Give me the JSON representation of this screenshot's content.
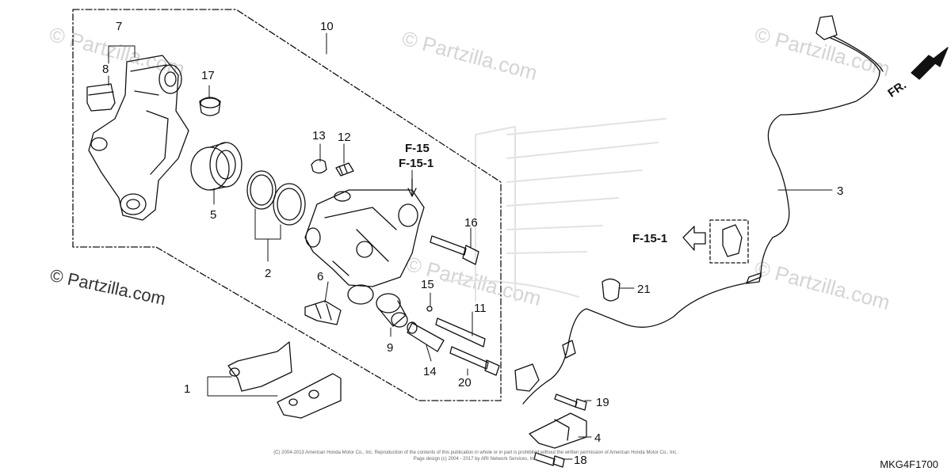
{
  "watermark": {
    "text": "© Partzilla.com"
  },
  "diagram_code": "MKG4F1700",
  "copyright": "(C) 2004-2013 American Honda Motor Co., Inc. Reproduction of the contents of this publication in whole or in part is prohibited without the written permission of American Honda Motor Co., Inc. Page design (c) 2004 - 2017 by ARI Network Services, Inc.",
  "references": {
    "f15": "F-15",
    "f151_a": "F-15-1",
    "f151_b": "F-15-1",
    "front": "FR."
  },
  "callouts": {
    "c1": "1",
    "c2": "2",
    "c3": "3",
    "c4": "4",
    "c5": "5",
    "c6": "6",
    "c7": "7",
    "c8": "8",
    "c9": "9",
    "c10": "10",
    "c11": "11",
    "c12": "12",
    "c13": "13",
    "c14": "14",
    "c15": "15",
    "c16": "16",
    "c17": "17",
    "c18": "18",
    "c19": "19",
    "c20": "20",
    "c21": "21"
  },
  "colors": {
    "line": "#111111",
    "watermark": "#d4d4d4"
  }
}
